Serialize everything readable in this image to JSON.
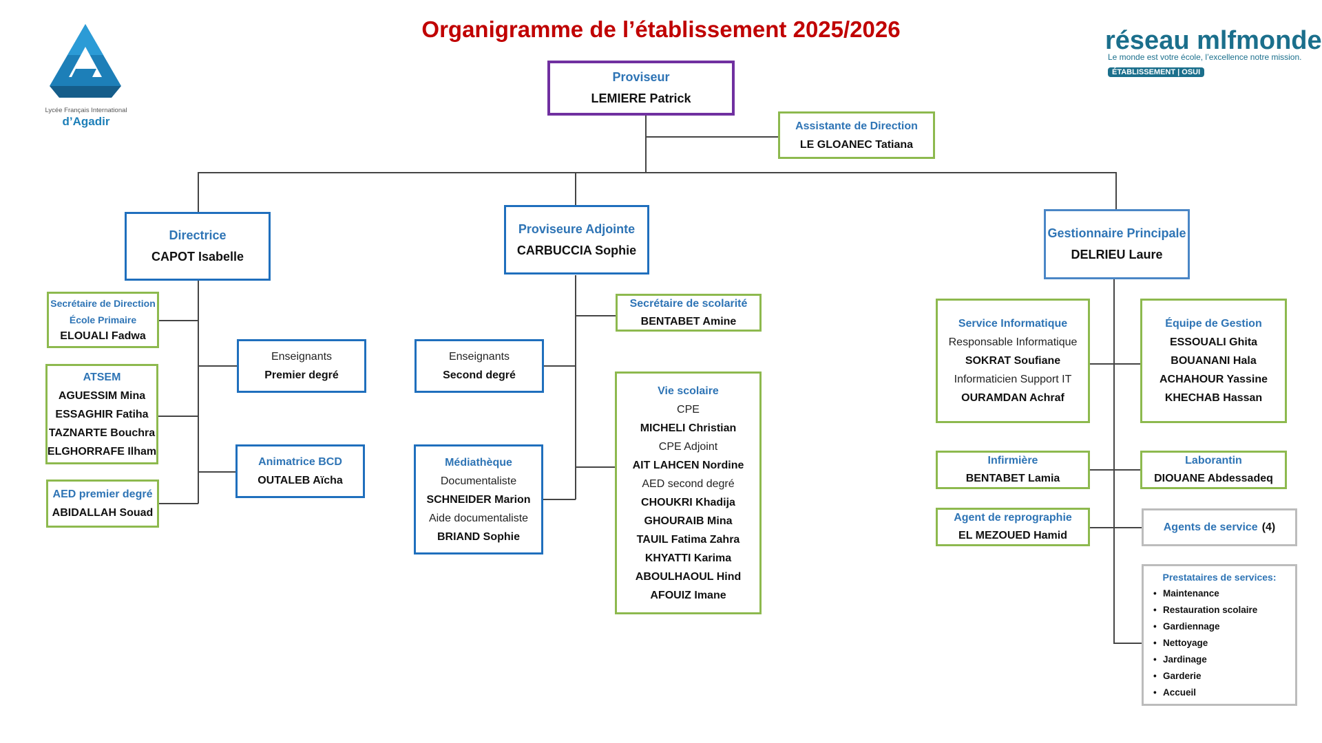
{
  "title": "Organigramme de l’établissement 2025/2026",
  "logo_left": {
    "line1": "Lycée Français International",
    "line2": "d’Agadir"
  },
  "logo_right": {
    "name": "réseau mlfmonde",
    "slogan": "Le monde est votre école, l’excellence notre mission.",
    "badge": "ÉTABLISSEMENT | OSUI"
  },
  "colors": {
    "title": "#c00000",
    "label": "#2e74b5",
    "green_border": "#8db94e",
    "blue_border": "#1f6fbd",
    "purple_border": "#7030a0",
    "grey_border": "#bcbcbc"
  },
  "proviseur": {
    "role": "Proviseur",
    "name": "LEMIERE Patrick"
  },
  "assistante": {
    "role": "Assistante de Direction",
    "name": "LE GLOANEC Tatiana"
  },
  "directrice": {
    "role": "Directrice",
    "name": "CAPOT Isabelle"
  },
  "adjointe": {
    "role": "Proviseure Adjointe",
    "name": "CARBUCCIA Sophie"
  },
  "gestionnaire": {
    "role": "Gestionnaire Principale",
    "name": "DELRIEU Laure"
  },
  "secretaire_primaire": {
    "role1": "Secrétaire de Direction",
    "role2": "École Primaire",
    "name": "ELOUALI Fadwa"
  },
  "atsem": {
    "role": "ATSEM",
    "names": [
      "AGUESSIM Mina",
      "ESSAGHIR Fatiha",
      "TAZNARTE Bouchra",
      "ELGHORRAFE Ilham"
    ]
  },
  "aed_premier": {
    "role": "AED premier degré",
    "name": "ABIDALLAH Souad"
  },
  "ens_premier": {
    "line1": "Enseignants",
    "line2": "Premier degré"
  },
  "bcd": {
    "role": "Animatrice BCD",
    "name": "OUTALEB Aïcha"
  },
  "ens_second": {
    "line1": "Enseignants",
    "line2": "Second degré"
  },
  "mediatheque": {
    "role": "Médiathèque",
    "r1": "Documentaliste",
    "n1": "SCHNEIDER Marion",
    "r2": "Aide documentaliste",
    "n2": "BRIAND Sophie"
  },
  "sec_scolarite": {
    "role": "Secrétaire de scolarité",
    "name": "BENTABET Amine"
  },
  "vie_scolaire": {
    "role": "Vie scolaire",
    "r1": "CPE",
    "n1": "MICHELI Christian",
    "r2": "CPE Adjoint",
    "n2": "AIT LAHCEN Nordine",
    "r3": "AED second degré",
    "names": [
      "CHOUKRI Khadija",
      "GHOURAIB Mina",
      "TAUIL Fatima Zahra",
      "KHYATTI Karima",
      "ABOULHAOUL Hind",
      "AFOUIZ Imane"
    ]
  },
  "informatique": {
    "role": "Service Informatique",
    "r1": "Responsable Informatique",
    "n1": "SOKRAT Soufiane",
    "r2": "Informaticien Support IT",
    "n2": "OURAMDAN Achraf"
  },
  "equipe_gestion": {
    "role": "Équipe de Gestion",
    "names": [
      "ESSOUALI Ghita",
      "BOUANANI Hala",
      "ACHAHOUR Yassine",
      "KHECHAB Hassan"
    ]
  },
  "infirmiere": {
    "role": "Infirmière",
    "name": "BENTABET Lamia"
  },
  "laborantin": {
    "role": "Laborantin",
    "name": "DIOUANE Abdessadeq"
  },
  "reprographie": {
    "role": "Agent de reprographie",
    "name": "EL MEZOUED Hamid"
  },
  "agents_service": {
    "role": "Agents de service",
    "count": "(4)"
  },
  "prestataires": {
    "role": "Prestataires  de services:",
    "items": [
      "Maintenance",
      "Restauration scolaire",
      "Gardiennage",
      "Nettoyage",
      "Jardinage",
      "Garderie",
      "Accueil"
    ]
  }
}
